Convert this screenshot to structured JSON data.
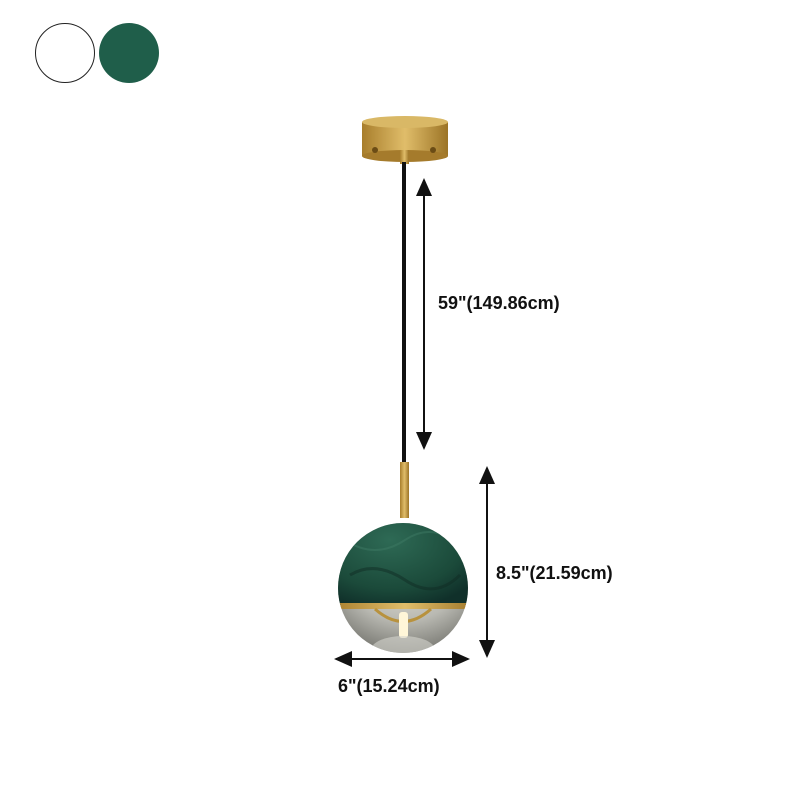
{
  "swatches": [
    {
      "name": "white",
      "color": "#ffffff"
    },
    {
      "name": "green",
      "color": "#1f5e4a"
    }
  ],
  "dimensions": {
    "cord_length": "59\"(149.86cm)",
    "shade_height": "8.5\"(21.59cm)",
    "shade_width": "6\"(15.24cm)"
  },
  "colors": {
    "brass": "#c9a24a",
    "marble": "#1f4a3a",
    "cord": "#111111"
  }
}
